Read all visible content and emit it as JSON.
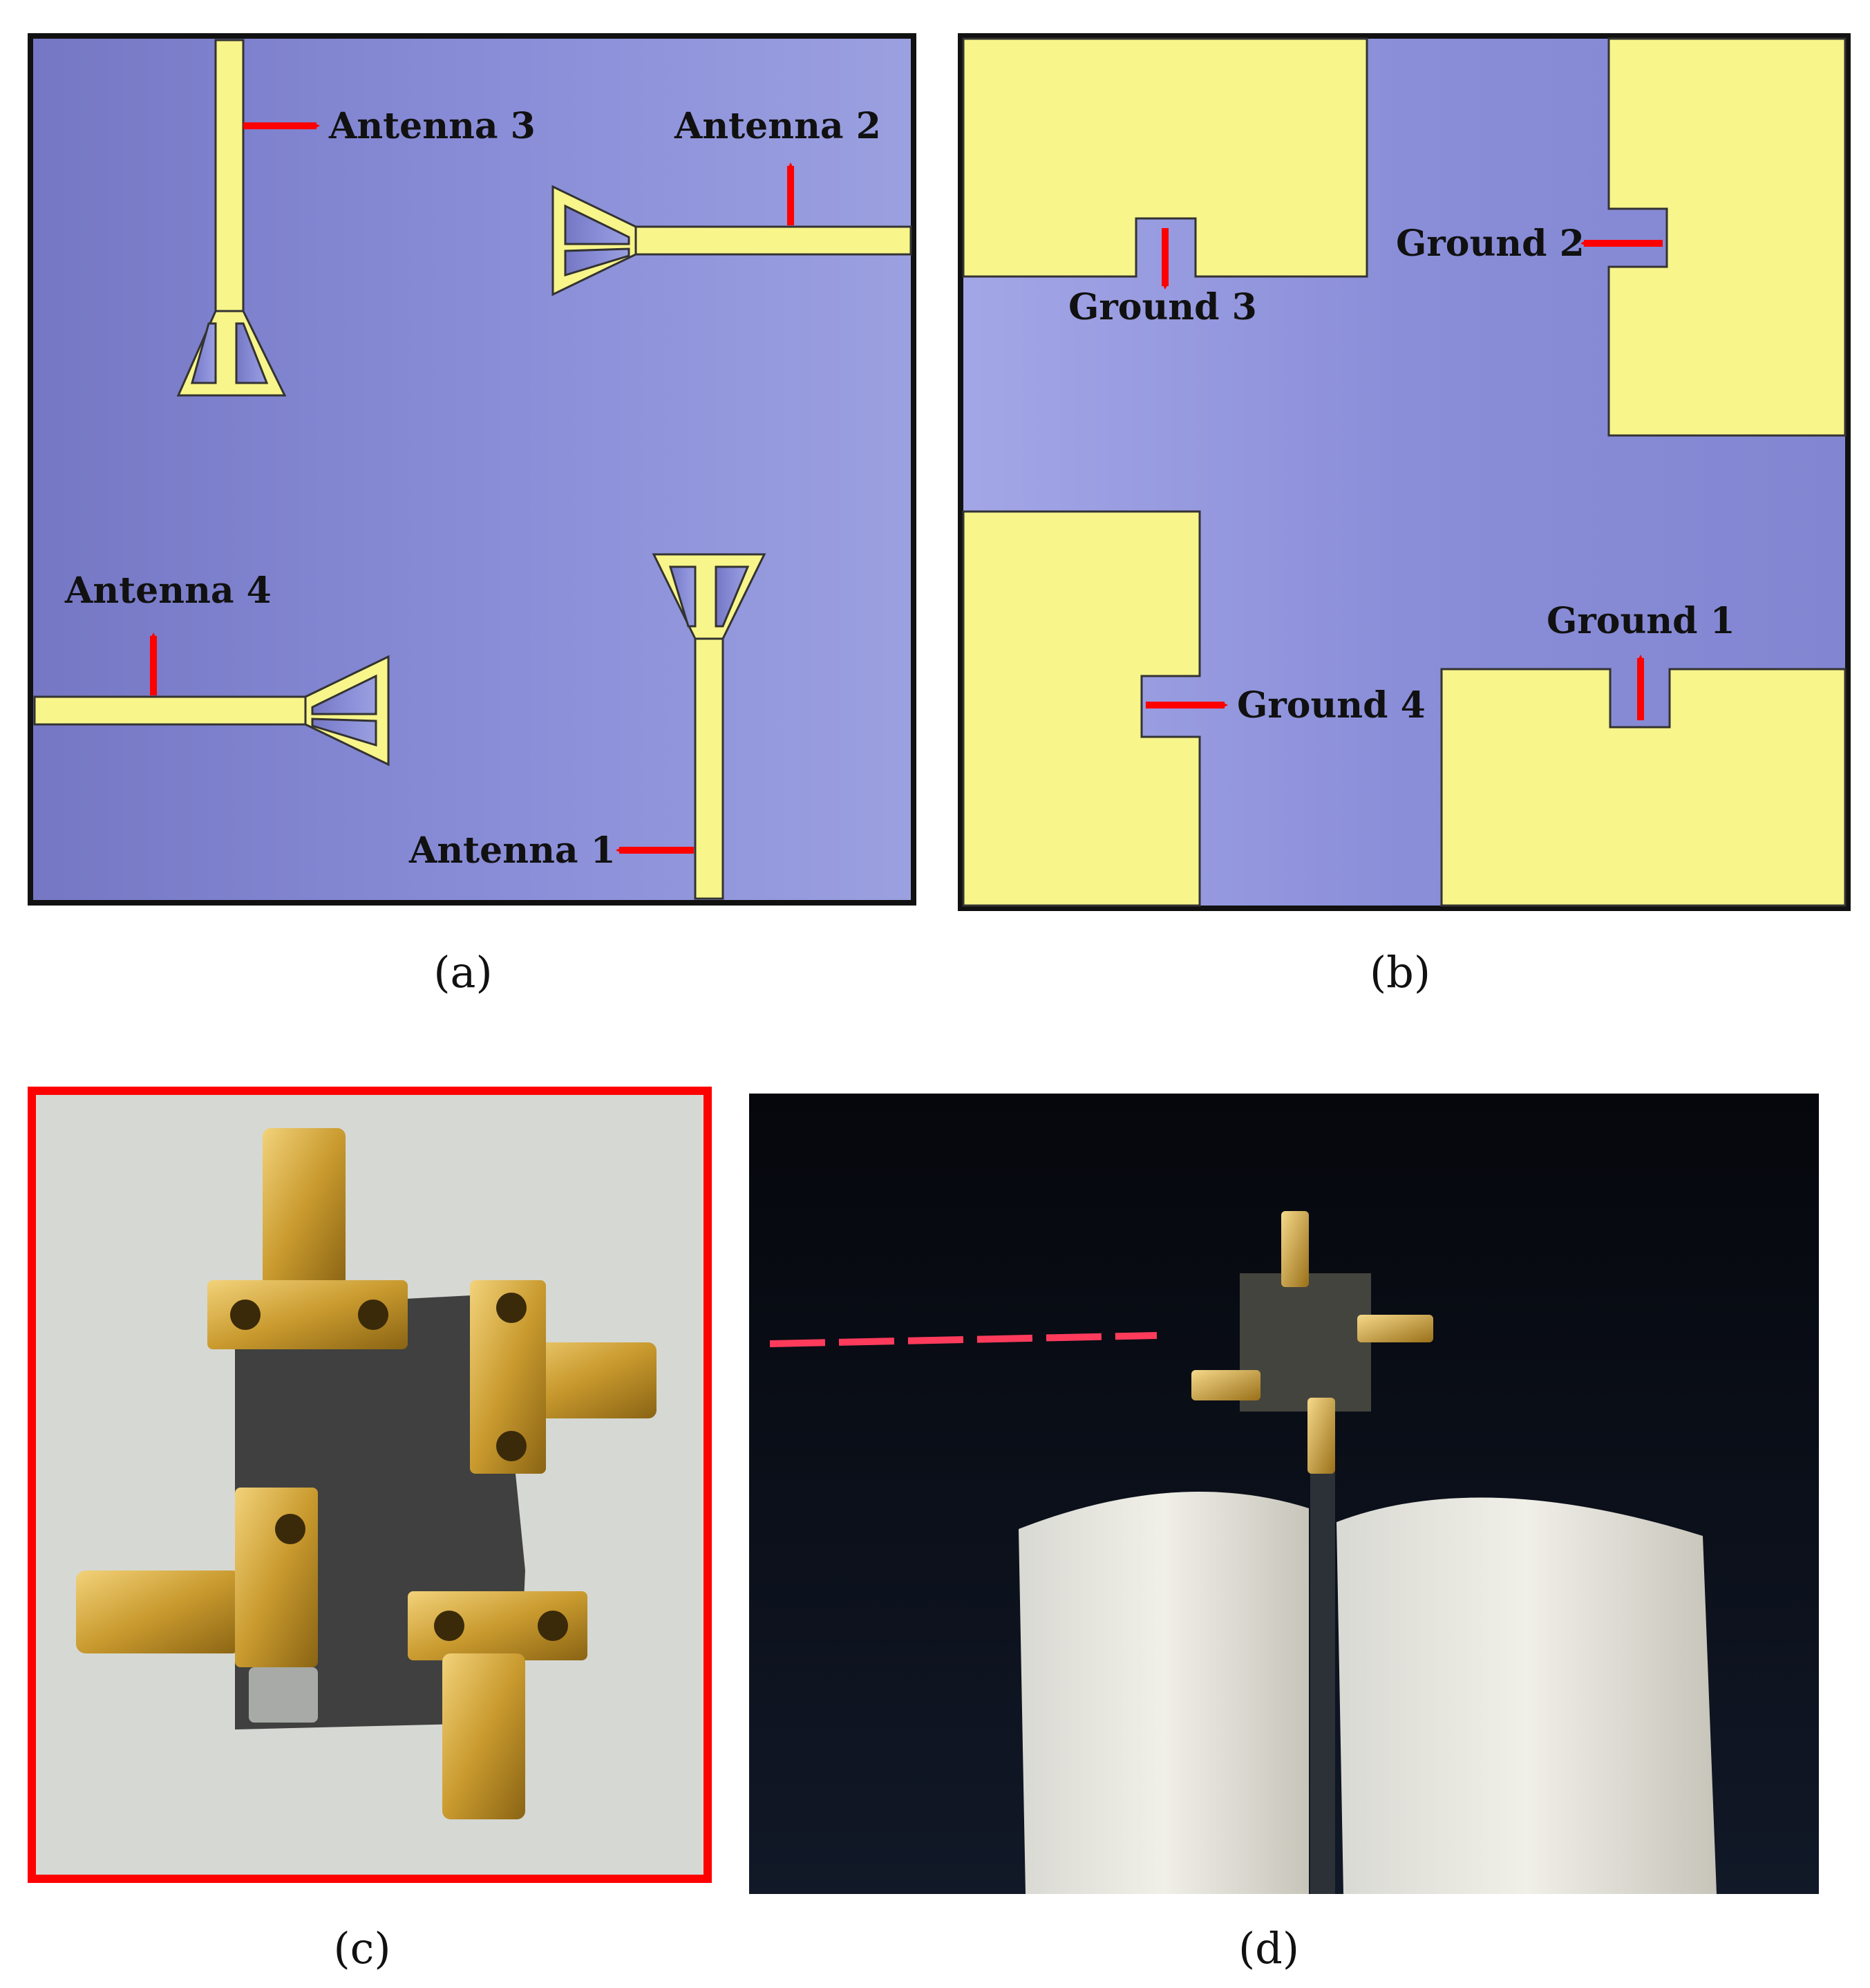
{
  "panels": {
    "a": {
      "caption": "(a)",
      "labels": {
        "ant1": "Antenna 1",
        "ant2": "Antenna 2",
        "ant3": "Antenna 3",
        "ant4": "Antenna 4"
      }
    },
    "b": {
      "caption": "(b)",
      "labels": {
        "gnd1": "Ground 1",
        "gnd2": "Ground 2",
        "gnd3": "Ground 3",
        "gnd4": "Ground 4"
      }
    },
    "c": {
      "caption": "(c)"
    },
    "d": {
      "caption": "(d)"
    }
  },
  "colors": {
    "substrate": "#8a8ed6",
    "copper": "#f8f58a",
    "arrow": "#ff0000",
    "frame": "#111111",
    "photo_frame": "#ff0000"
  }
}
